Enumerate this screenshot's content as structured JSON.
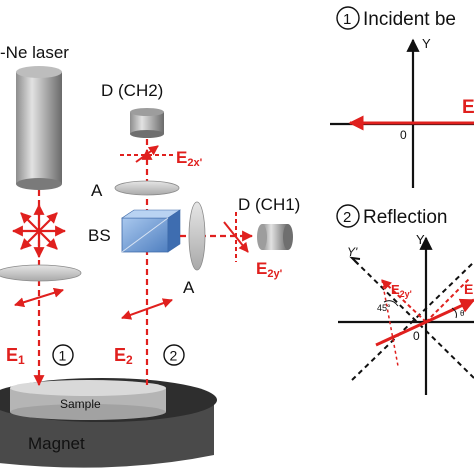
{
  "labels": {
    "laser": "-Ne laser",
    "detector2": "D (CH2)",
    "detector1": "D (CH1)",
    "e2x": "E",
    "e2x_sub": "2x'",
    "e2y": "E",
    "e2y_sub": "2y'",
    "analyzer_top": "A",
    "analyzer_side": "A",
    "beamsplitter": "BS",
    "e1": "E",
    "e1_sub": "1",
    "e2": "E",
    "e2_sub": "2",
    "circle1": "1",
    "circle2": "2",
    "sample": "Sample",
    "magnet": "Magnet"
  },
  "panel1": {
    "number": "1",
    "title": "Incident be",
    "y_axis": "Y",
    "origin": "0",
    "e_label": "E"
  },
  "panel2": {
    "number": "2",
    "title": "Reflection",
    "y_axis": "Y",
    "y_prime": "Y'",
    "origin": "0",
    "e2y_label": "E",
    "e2y_sub": "2y'",
    "e_right": "E",
    "angle1": "45°",
    "angle2": "θ"
  },
  "colors": {
    "beam": "#e0201e",
    "component": "#c8c8c8",
    "beamsplitter": "#6f9fd6",
    "magnet": "#3a3a3a"
  }
}
